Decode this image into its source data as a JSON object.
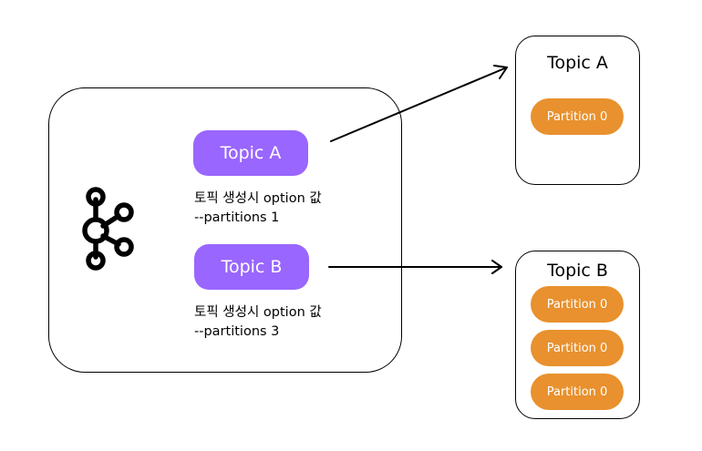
{
  "colors": {
    "topic_pill": "#9966ff",
    "partition_pill": "#e8912e",
    "outline": "#000000",
    "background": "#ffffff"
  },
  "icons": {
    "logo": "kafka-logo-icon"
  },
  "cluster": {
    "topics": [
      {
        "label": "Topic A",
        "note_line1": "토픽 생성시 option 값",
        "note_line2": "--partitions 1"
      },
      {
        "label": "Topic B",
        "note_line1": "토픽 생성시 option 값",
        "note_line2": "--partitions 3"
      }
    ]
  },
  "topic_boxes": [
    {
      "title": "Topic A",
      "partitions": [
        "Partition 0"
      ]
    },
    {
      "title": "Topic B",
      "partitions": [
        "Partition 0",
        "Partition 0",
        "Partition 0"
      ]
    }
  ]
}
